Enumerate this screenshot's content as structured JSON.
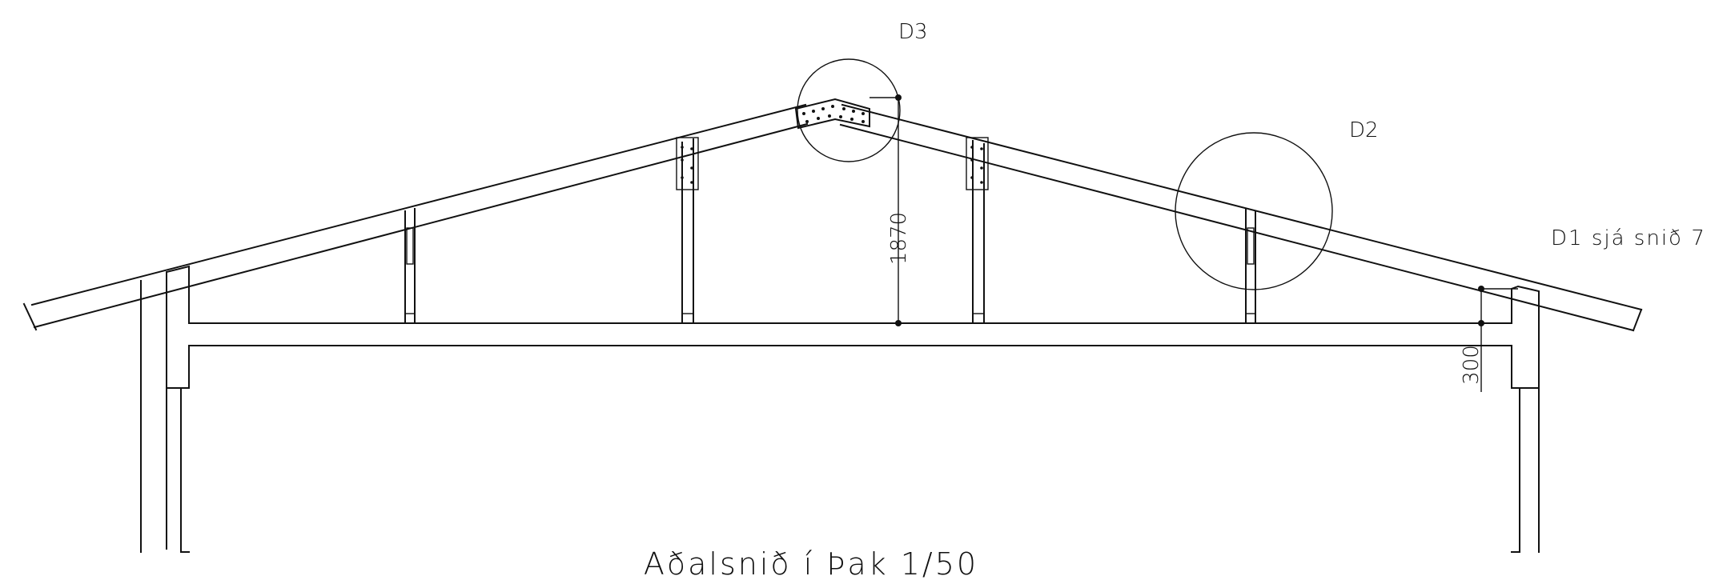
{
  "title": "Aðalsnið í Þak 1/50",
  "detail_labels": {
    "d1": "D1 sjá snið 7",
    "d2": "D2",
    "d3": "D3"
  },
  "dimensions": {
    "ridge_height": "1870",
    "eave_offset": "300"
  }
}
